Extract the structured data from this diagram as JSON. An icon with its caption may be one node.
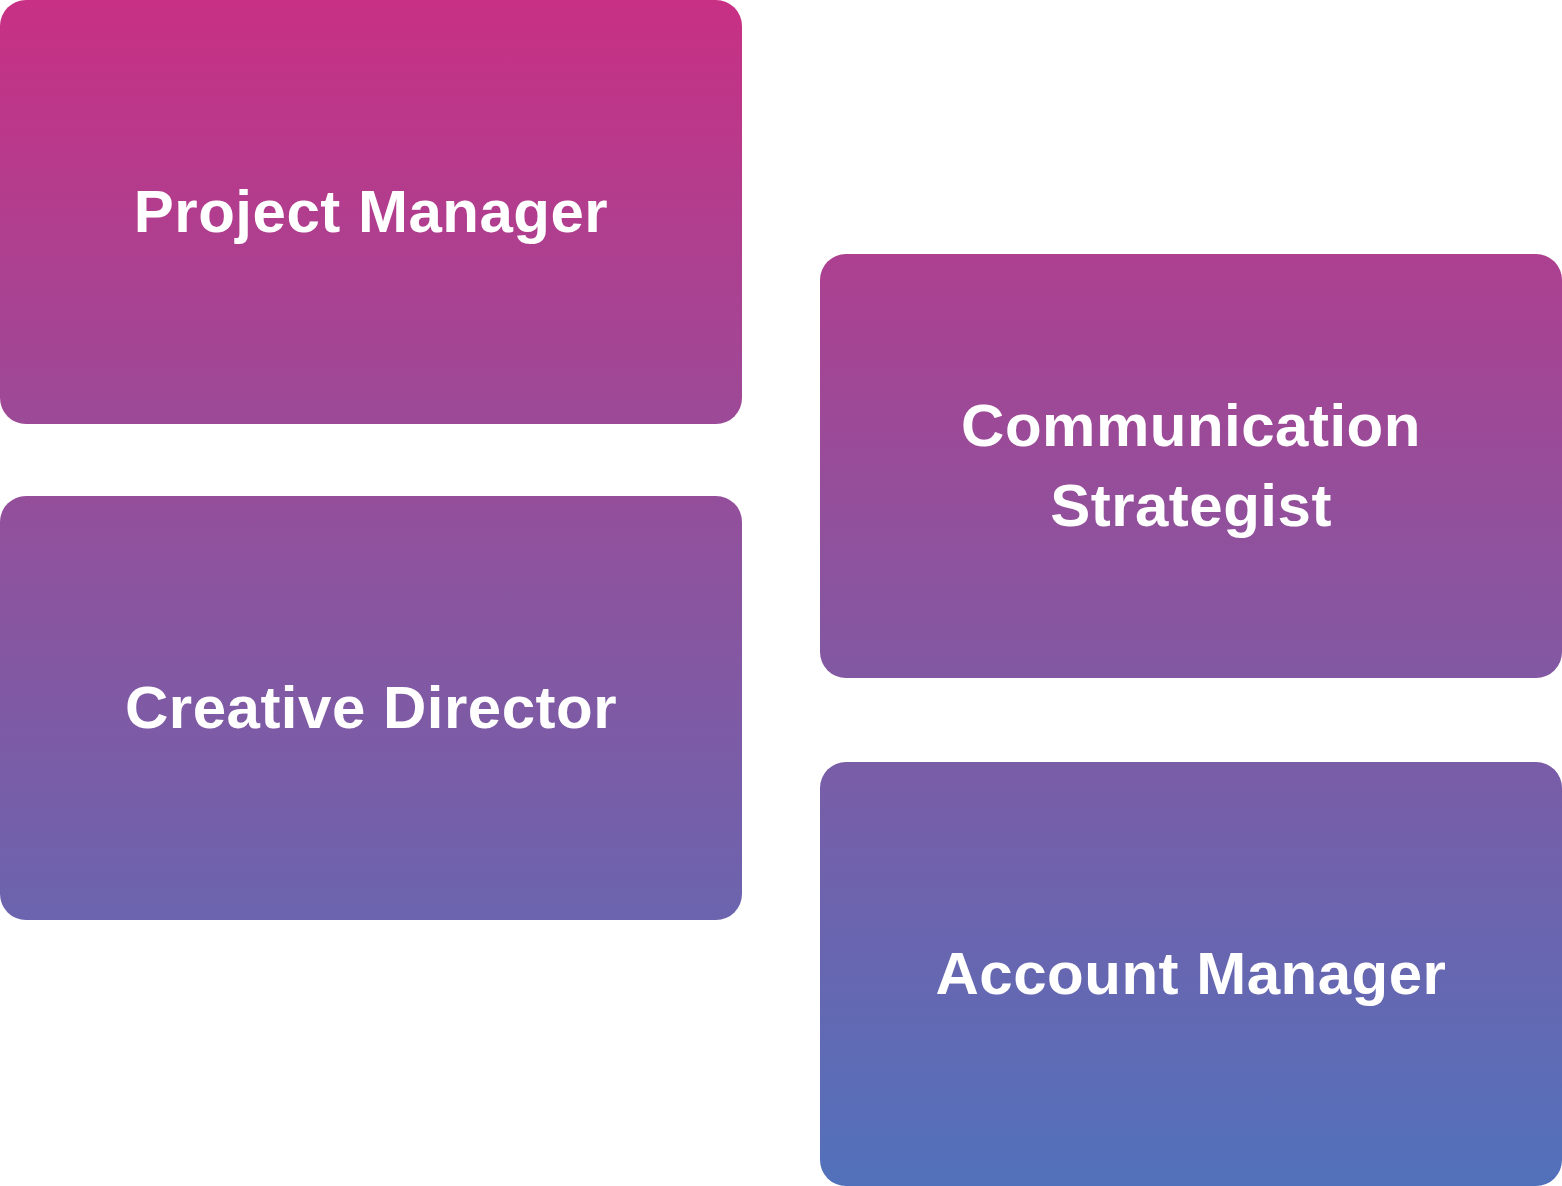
{
  "diagram": {
    "nodes": [
      {
        "text": [
          "Project Manager"
        ]
      },
      {
        "text": [
          "Communication Strategist"
        ]
      },
      {
        "text": [
          "Creative Director"
        ]
      },
      {
        "text": [
          "Account Manager"
        ]
      }
    ]
  }
}
